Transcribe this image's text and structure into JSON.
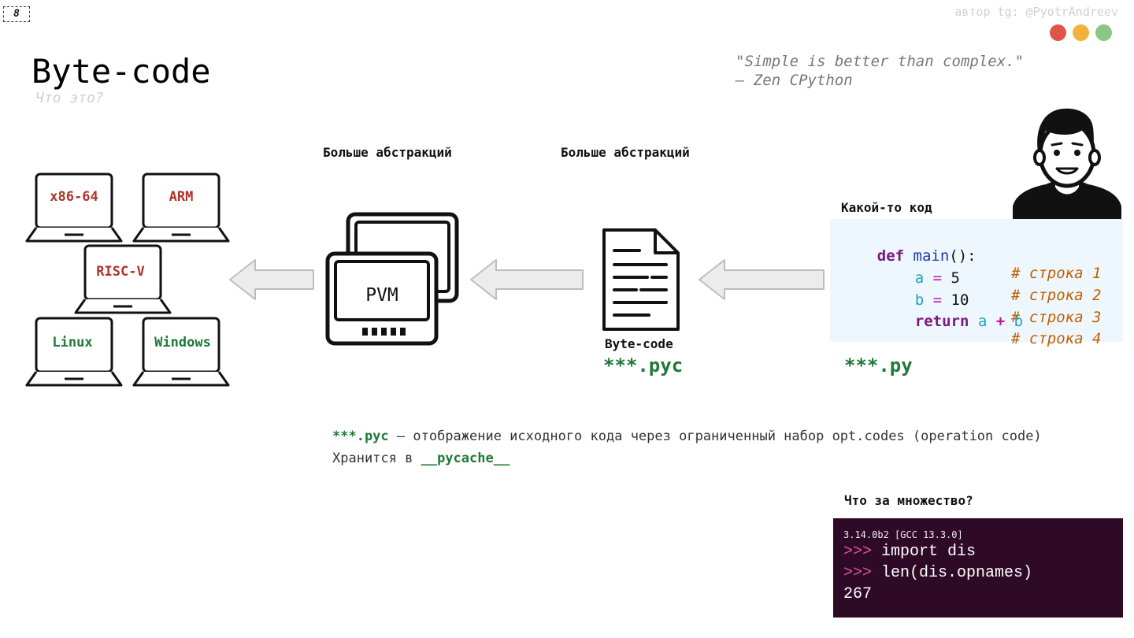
{
  "slide": {
    "number": "8",
    "author": "автор tg: @PyotrAndreev",
    "title": "Byte-code",
    "subtitle": "Что это?",
    "quote_line1": "\"Simple is better than complex.\"",
    "quote_line2": "— Zen CPython",
    "window_dots": [
      "#e0544b",
      "#f1b23b",
      "#8ac784"
    ]
  },
  "diagram": {
    "label_abstractions_left": "Больше абстракций",
    "label_abstractions_right": "Больше абстракций",
    "laptops": [
      {
        "label": "x86-64",
        "color": "#b0322a"
      },
      {
        "label": "ARM",
        "color": "#b0322a"
      },
      {
        "label": "RISC-V",
        "color": "#b0322a"
      },
      {
        "label": "Linux",
        "color": "#1f7a38"
      },
      {
        "label": "Windows",
        "color": "#1f7a38"
      }
    ],
    "pvm_label": "PVM",
    "bytecode_label": "Byte-code",
    "bytecode_ext": "***.pyc",
    "code_caption": "Какой-то код",
    "code_ext": "***.py",
    "code_lines": [
      {
        "def": "def ",
        "name": "main",
        "rest": "():",
        "comment": "# строка 1"
      },
      {
        "var": "a",
        "op": " = ",
        "val": "5",
        "comment": "# строка 2"
      },
      {
        "var": "b",
        "op": " = ",
        "val": "10",
        "comment": "# строка 3"
      },
      {
        "kw": "return",
        "a": "a",
        "plus": "+",
        "b": "b",
        "comment": "# строка 4"
      }
    ]
  },
  "description": {
    "ext": "***.pyc",
    "line1_text": " – отображение исходного кода через ограниченный набор opt.codes (operation code)",
    "line2_prefix": "Хранится в ",
    "line2_dir": "__pycache__"
  },
  "terminal": {
    "caption": "Что за множество?",
    "header": "3.14.0b2 [GCC 13.3.0]",
    "prompt": ">>>",
    "cmd1": "import dis",
    "cmd2": "len(dis.opnames)",
    "output": "267"
  }
}
